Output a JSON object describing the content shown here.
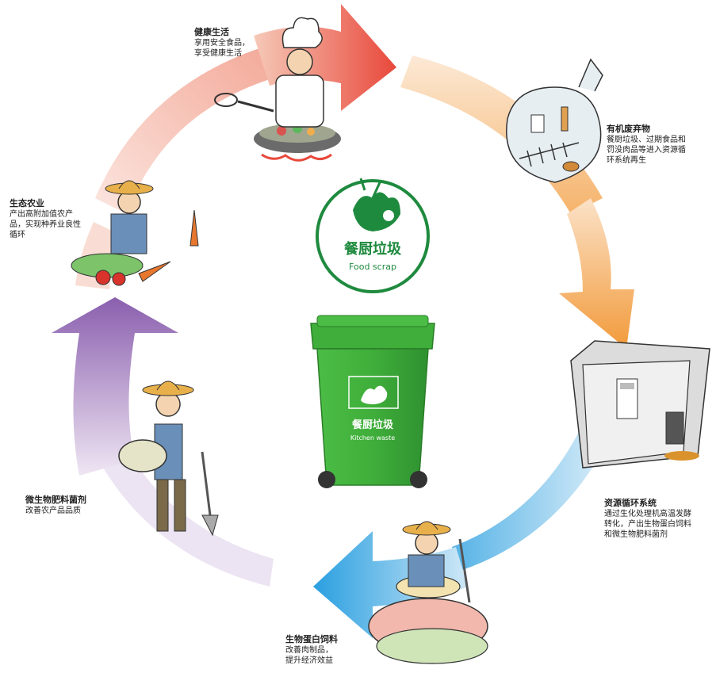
{
  "center": {
    "logo_text_cn": "餐厨垃圾",
    "logo_text_en": "Food scrap",
    "bin_text_cn": "餐厨垃圾",
    "bin_text_en": "Kitchen waste"
  },
  "stages": {
    "healthy_life": {
      "title": "健康生活",
      "lines": [
        "享用安全食品，",
        "享受健康生活"
      ]
    },
    "organic_waste": {
      "title": "有机废弃物",
      "lines": [
        "餐厨垃圾、过期食品和",
        "罚没肉品等进入资源循",
        "环系统再生"
      ]
    },
    "resource_cycle": {
      "title": "资源循环系统",
      "lines": [
        "通过生化处理机高温发酵",
        "转化，产出生物蛋白饲料",
        "和微生物肥料菌剂"
      ]
    },
    "bio_feed": {
      "title": "生物蛋白饲料",
      "lines": [
        "改善肉制品，",
        "提升经济效益"
      ]
    },
    "microbe_fertilizer": {
      "title": "微生物肥料菌剂",
      "lines": [
        "改善农产品品质"
      ]
    },
    "eco_agriculture": {
      "title": "生态农业",
      "lines": [
        "产出高附加值农产",
        "品，实现种养业良性",
        "循环"
      ]
    }
  },
  "colors": {
    "arrow_red": "#e8483b",
    "arrow_orange": "#f29a3a",
    "arrow_blue": "#2a9fe0",
    "arrow_purple": "#8a5fae",
    "bin_green": "#3fae3a",
    "logo_green": "#1e8a3e"
  }
}
